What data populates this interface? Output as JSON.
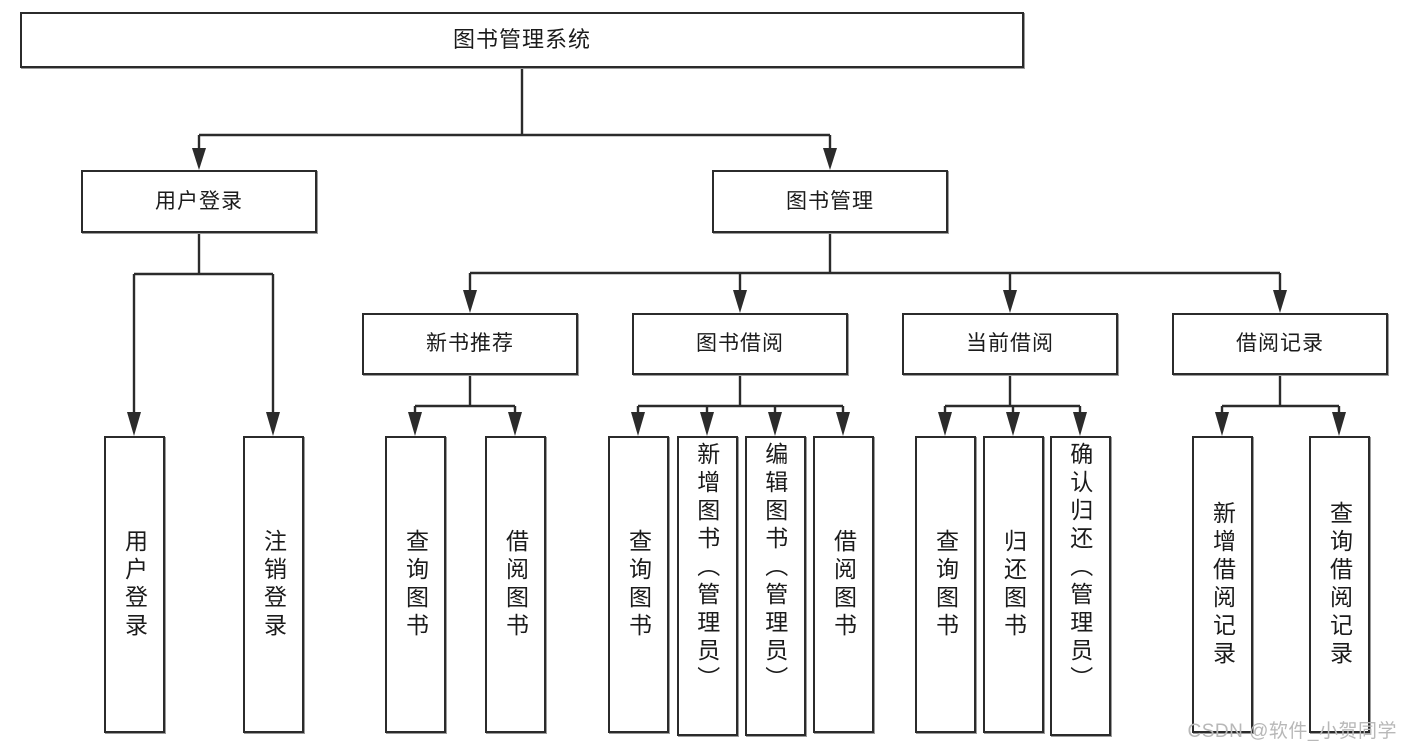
{
  "diagram": {
    "type": "tree-hierarchy",
    "title": "图书管理系统",
    "watermark": "CSDN @软件_小贺同学",
    "colors": {
      "box_border": "#2b2b2b",
      "box_fill": "#ffffff",
      "connector": "#2b2b2b",
      "text": "#1b1b1b",
      "watermark": "#b8b8b8"
    },
    "levels": {
      "root": {
        "label": "图书管理系统"
      },
      "level2": [
        {
          "label": "用户登录"
        },
        {
          "label": "图书管理"
        }
      ],
      "level3": [
        {
          "label": "新书推荐"
        },
        {
          "label": "图书借阅"
        },
        {
          "label": "当前借阅"
        },
        {
          "label": "借阅记录"
        }
      ],
      "leaves": {
        "user_login": [
          {
            "label": "用户登录"
          },
          {
            "label": "注销登录"
          }
        ],
        "new_book_recommend": [
          {
            "label": "查询图书"
          },
          {
            "label": "借阅图书"
          }
        ],
        "book_borrow": [
          {
            "label": "查询图书"
          },
          {
            "label": "新增图书（管理员）"
          },
          {
            "label": "编辑图书（管理员）"
          },
          {
            "label": "借阅图书"
          }
        ],
        "current_borrow": [
          {
            "label": "查询图书"
          },
          {
            "label": "归还图书"
          },
          {
            "label": "确认归还（管理员）"
          }
        ],
        "borrow_record": [
          {
            "label": "新增借阅记录"
          },
          {
            "label": "查询借阅记录"
          }
        ]
      }
    }
  }
}
